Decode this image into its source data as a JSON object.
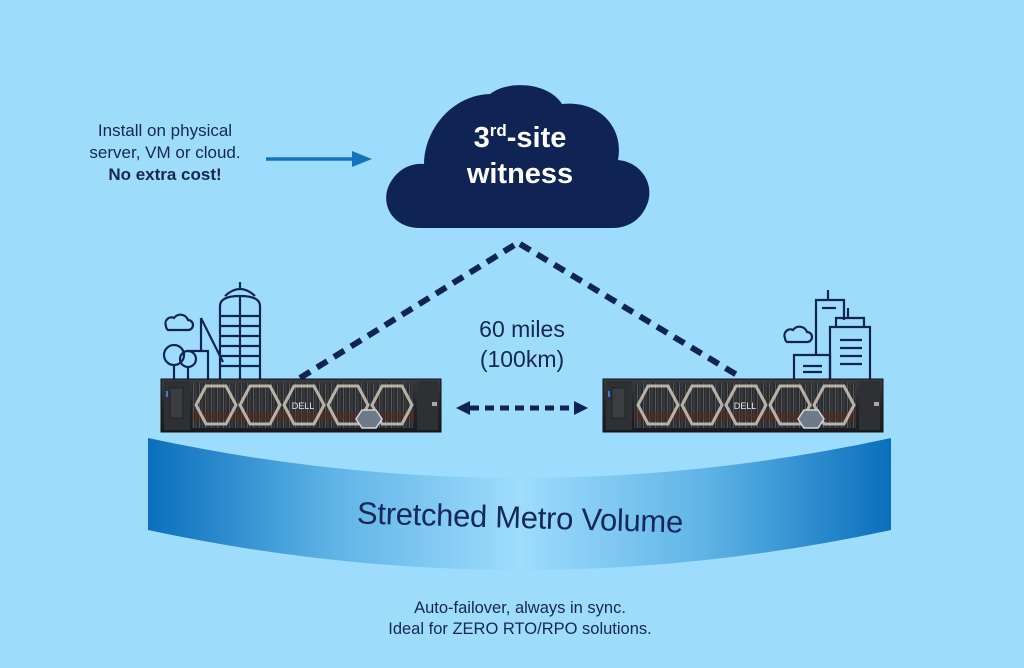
{
  "colors": {
    "background": "#9edcfd",
    "cloud": "#0f2354",
    "text_dark": "#162654",
    "arrow_blue": "#1573bd",
    "cylinder_edge": "#0a6fbd",
    "cylinder_center": "#9edcfd",
    "server_body": "#2b2d31"
  },
  "install_note": {
    "line1": "Install on physical",
    "line2": "server, VM or cloud.",
    "line3": "No extra cost!"
  },
  "cloud": {
    "label_prefix": "3",
    "label_superscript": "rd",
    "label_suffix": "-site",
    "label_line2": "witness"
  },
  "distance": {
    "line1": "60 miles",
    "line2": "(100km)"
  },
  "servers": [
    {
      "name": "left-site-server",
      "brand": "DELL"
    },
    {
      "name": "right-site-server",
      "brand": "DELL"
    }
  ],
  "volume": {
    "label": "Stretched Metro Volume"
  },
  "footer": {
    "line1": "Auto-failover, always in sync.",
    "line2": "Ideal for ZERO RTO/RPO solutions."
  }
}
